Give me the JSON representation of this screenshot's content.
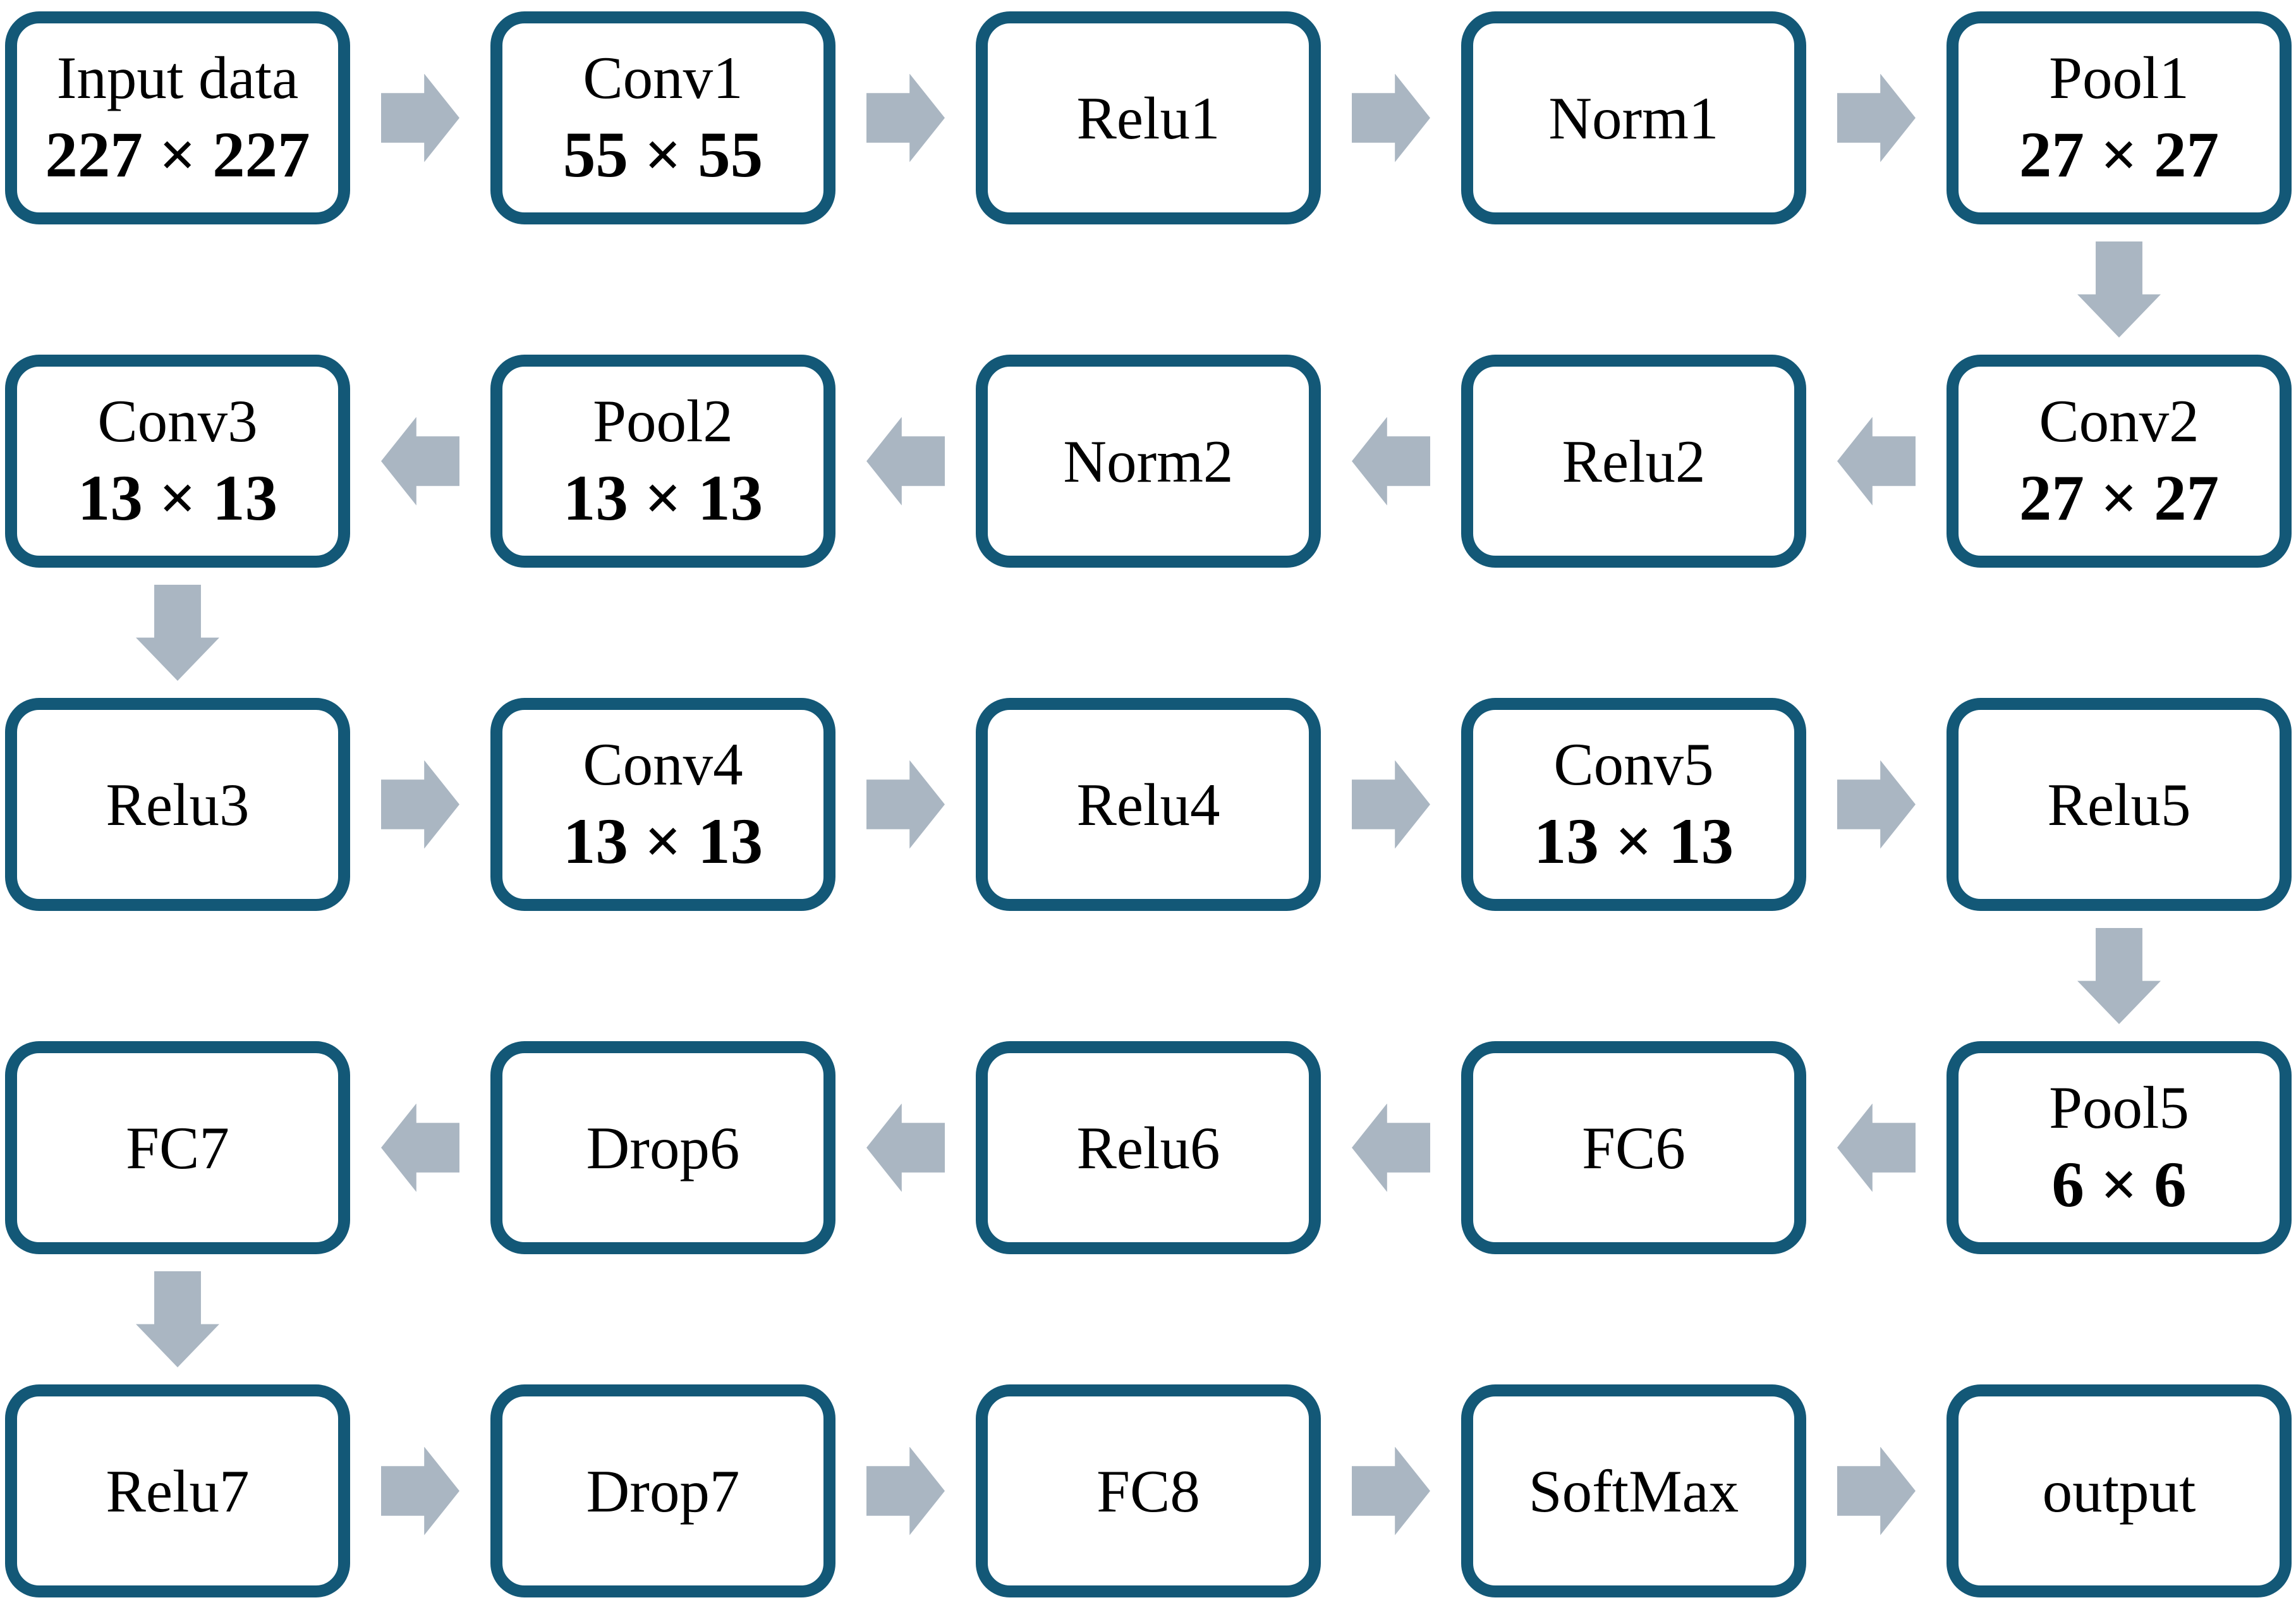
{
  "diagram": {
    "type": "flowchart",
    "subject": "CNN layer pipeline (AlexNet-style)",
    "colors": {
      "box_border": "#135877",
      "box_fill": "#ffffff",
      "arrow": "#aab6c2",
      "text": "#000000",
      "background": "#ffffff"
    },
    "nodes": {
      "input": {
        "label": "Input data",
        "dim": "227 × 227"
      },
      "conv1": {
        "label": "Conv1",
        "dim": "55 × 55"
      },
      "relu1": {
        "label": "Relu1"
      },
      "norm1": {
        "label": "Norm1"
      },
      "pool1": {
        "label": "Pool1",
        "dim": "27 × 27"
      },
      "conv2": {
        "label": "Conv2",
        "dim": "27 × 27"
      },
      "relu2": {
        "label": "Relu2"
      },
      "norm2": {
        "label": "Norm2"
      },
      "pool2": {
        "label": "Pool2",
        "dim": "13 × 13"
      },
      "conv3": {
        "label": "Conv3",
        "dim": "13 × 13"
      },
      "relu3": {
        "label": "Relu3"
      },
      "conv4": {
        "label": "Conv4",
        "dim": "13 × 13"
      },
      "relu4": {
        "label": "Relu4"
      },
      "conv5": {
        "label": "Conv5",
        "dim": "13 × 13"
      },
      "relu5": {
        "label": "Relu5"
      },
      "pool5": {
        "label": "Pool5",
        "dim": "6 × 6"
      },
      "fc6": {
        "label": "FC6"
      },
      "relu6": {
        "label": "Relu6"
      },
      "drop6": {
        "label": "Drop6"
      },
      "fc7": {
        "label": "FC7"
      },
      "relu7": {
        "label": "Relu7"
      },
      "drop7": {
        "label": "Drop7"
      },
      "fc8": {
        "label": "FC8"
      },
      "softmax": {
        "label": "SoftMax"
      },
      "output": {
        "label": "output"
      }
    },
    "flow_order": [
      "input",
      "conv1",
      "relu1",
      "norm1",
      "pool1",
      "conv2",
      "relu2",
      "norm2",
      "pool2",
      "conv3",
      "relu3",
      "conv4",
      "relu4",
      "conv5",
      "relu5",
      "pool5",
      "fc6",
      "relu6",
      "drop6",
      "fc7",
      "relu7",
      "drop7",
      "fc8",
      "softmax",
      "output"
    ],
    "row_directions": [
      "right",
      "left",
      "right",
      "left",
      "right"
    ],
    "row_wrap_arrows": [
      "down-right-end",
      "down-left-end",
      "down-right-end",
      "down-left-end"
    ]
  }
}
